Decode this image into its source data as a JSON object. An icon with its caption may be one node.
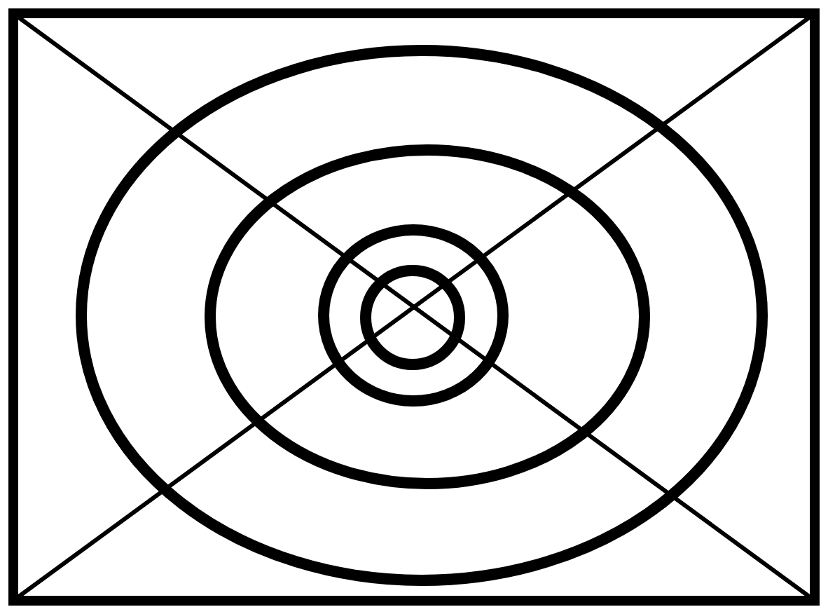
{
  "diagram": {
    "nodes": [
      {
        "text": [],
        "shape": "box"
      },
      {
        "text": [],
        "shape": "ellipse",
        "in": 0
      },
      {
        "text": [],
        "shape": "ellipse",
        "in": 1
      },
      {
        "text": [],
        "shape": "ellipse",
        "in": 2
      },
      {
        "text": [],
        "shape": "ellipse",
        "in": 3
      }
    ]
  }
}
